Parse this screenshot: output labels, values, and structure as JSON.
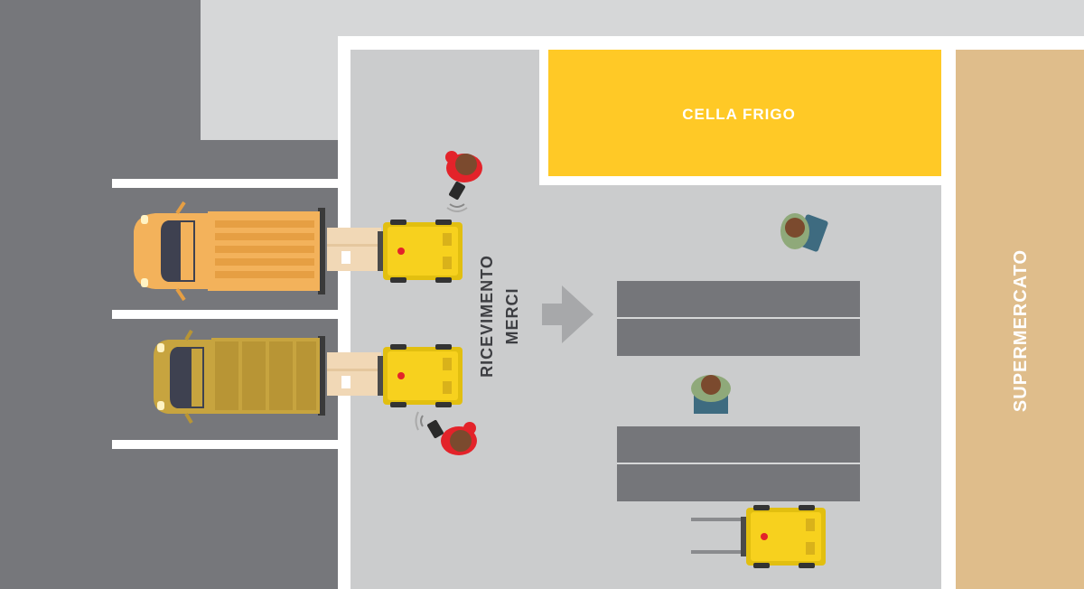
{
  "labels": {
    "cold_room": "CELLA FRIGO",
    "supermarket": "SUPERMERCATO",
    "receiving_line1": "RICEVIMENTO",
    "receiving_line2": "MERCI"
  },
  "colors": {
    "asphalt": "#76777b",
    "pavement": "#d6d7d8",
    "warehouse_floor": "#cbcccd",
    "wall": "#ffffff",
    "cold_room": "#ffc926",
    "supermarket": "#dfbd8b",
    "shelf": "#75767a",
    "forklift": "#f7d11e",
    "truck_orange": "#f3b25b",
    "truck_olive": "#c7a43f",
    "worker_red": "#e3232a",
    "worker_green": "#8fa97a",
    "box": "#f1d8b6"
  }
}
